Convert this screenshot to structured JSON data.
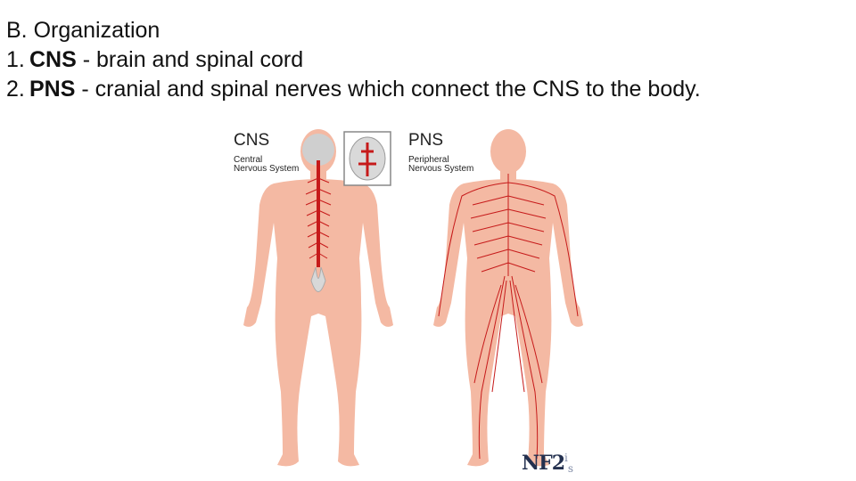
{
  "heading": {
    "text": "B.  Organization"
  },
  "items": [
    {
      "number": "1.",
      "term": "CNS",
      "description": " - brain and spinal cord"
    },
    {
      "number": "2.",
      "term": "PNS",
      "description": " - cranial and spinal nerves which connect the CNS to the body."
    }
  ],
  "figure": {
    "cns_title": "CNS",
    "cns_subtitle_1": "Central",
    "cns_subtitle_2": "Nervous System",
    "pns_title": "PNS",
    "pns_subtitle_1": "Peripheral",
    "pns_subtitle_2": "Nervous System",
    "colors": {
      "skin": "#f4b9a3",
      "nerve": "#c61a1a",
      "bone": "#d8d8d8"
    }
  },
  "logo": {
    "text": "NF2",
    "superscript": "i",
    "subscript": "s"
  }
}
